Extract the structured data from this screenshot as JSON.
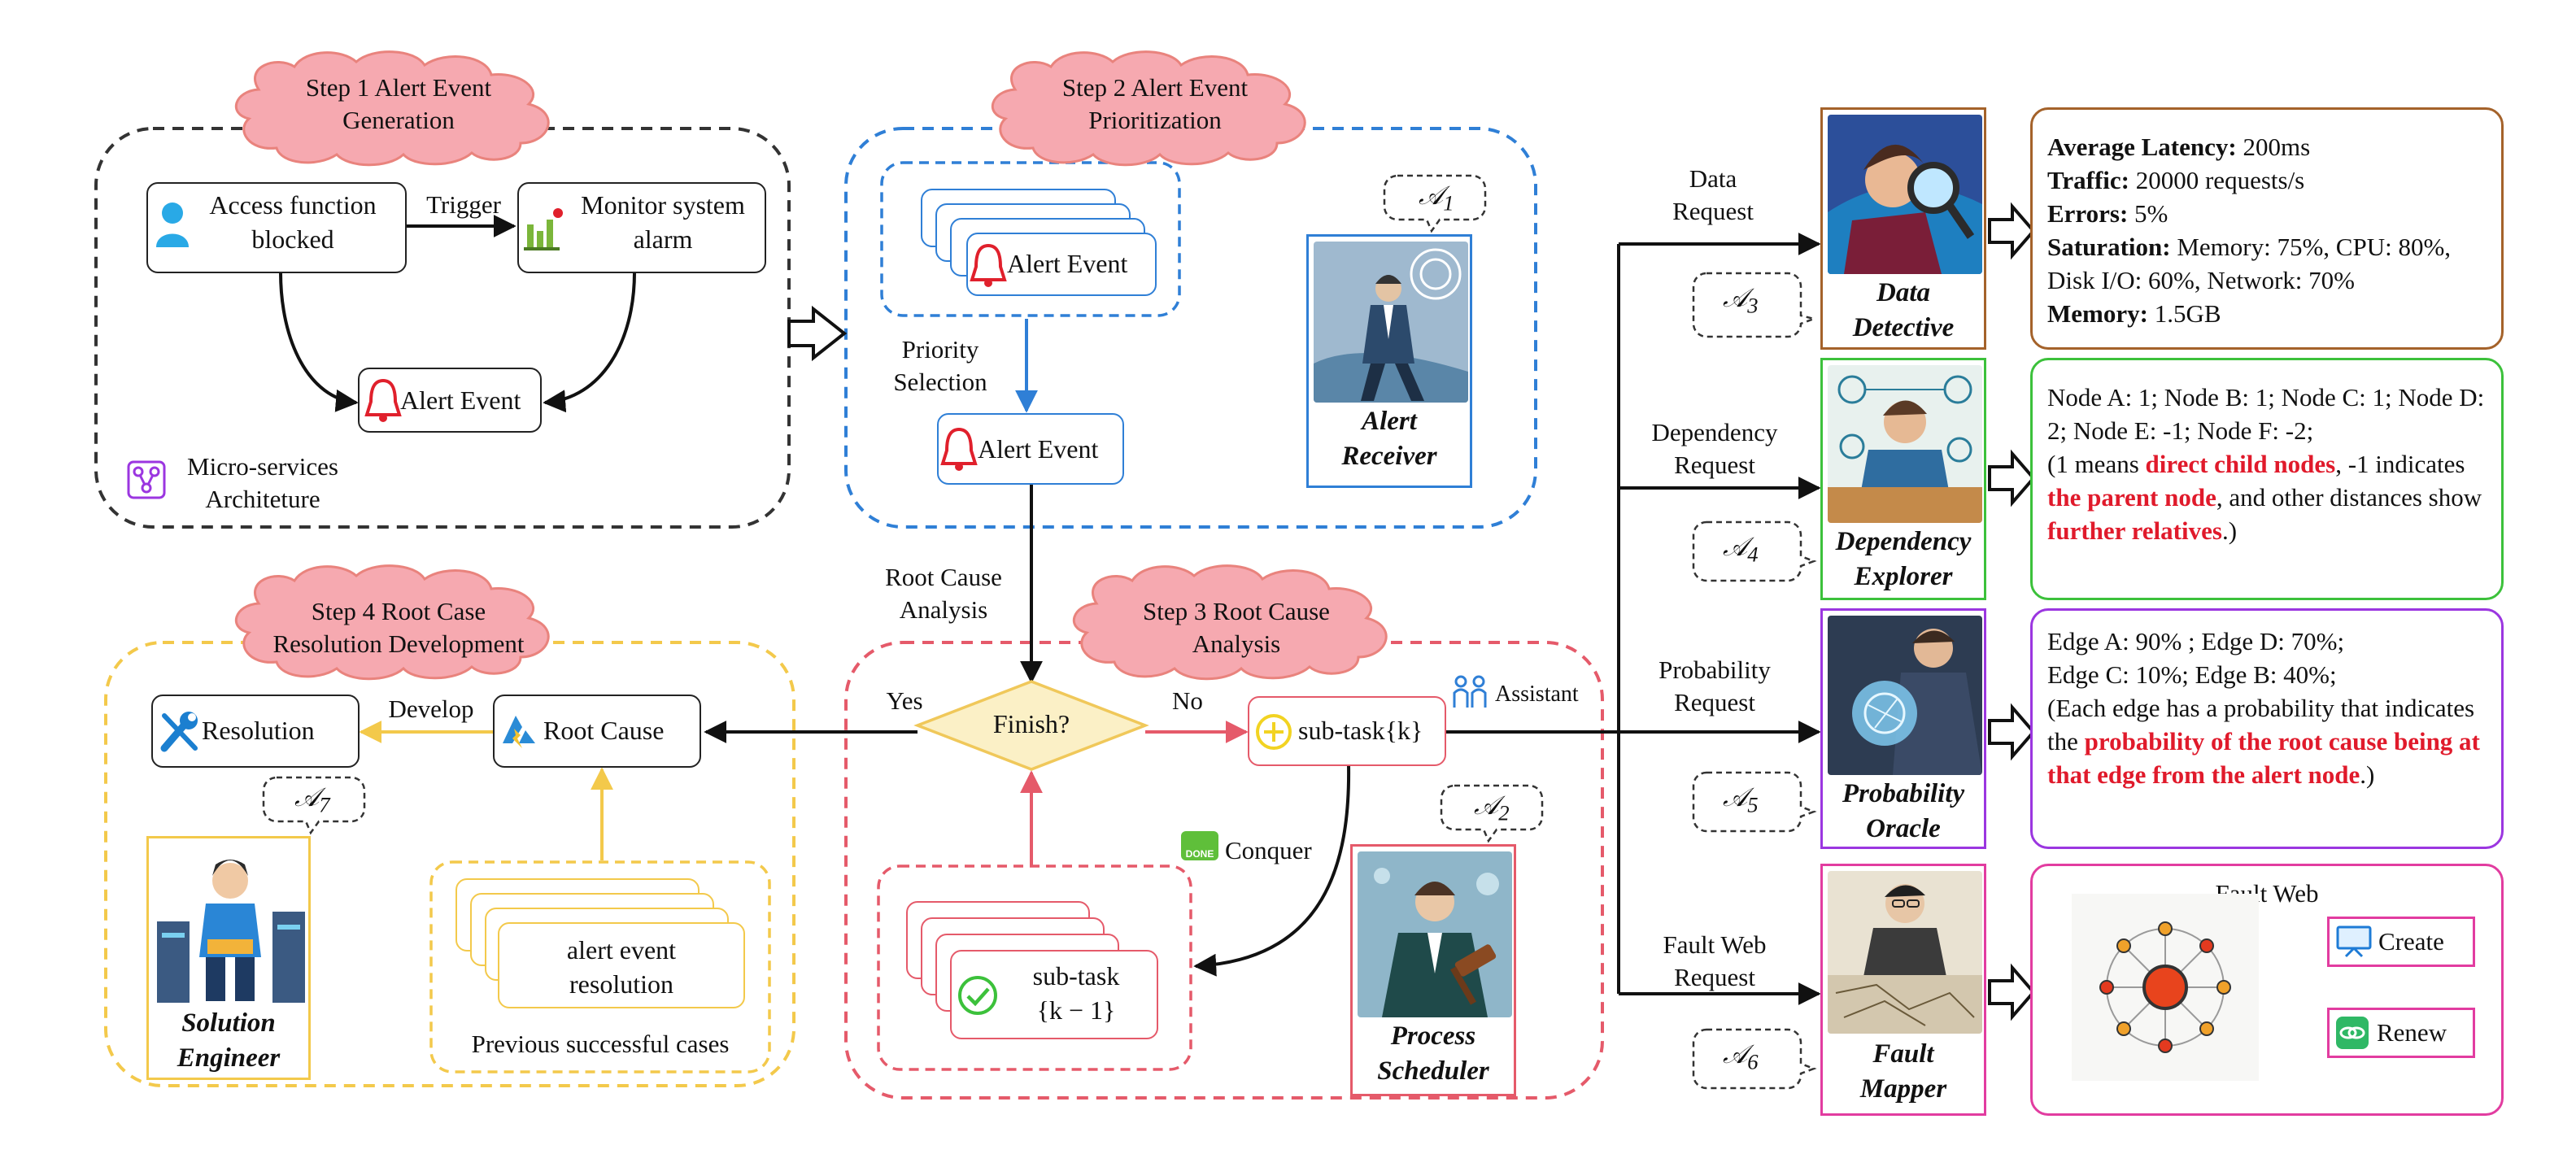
{
  "steps": {
    "step1": {
      "title_l1": "Step 1 Alert Event",
      "title_l2": "Generation"
    },
    "step2": {
      "title_l1": "Step 2 Alert Event",
      "title_l2": "Prioritization"
    },
    "step3": {
      "title_l1": "Step 3 Root Cause",
      "title_l2": "Analysis"
    },
    "step4": {
      "title_l1": "Step 4 Root Case",
      "title_l2": "Resolution Development"
    }
  },
  "step1_nodes": {
    "access_l1": "Access function",
    "access_l2": "blocked",
    "monitor_l1": "Monitor system",
    "monitor_l2": "alarm",
    "trigger": "Trigger",
    "alert_event": "Alert Event",
    "arch_l1": "Micro-services",
    "arch_l2": "Architeture"
  },
  "step2_nodes": {
    "alert_stack": "Alert Event",
    "priority_l1": "Priority",
    "priority_l2": "Selection",
    "alert_selected": "Alert Event",
    "agent_tag": "𝒜",
    "agent_sub": "1",
    "receiver_l1": "Alert",
    "receiver_l2": "Receiver"
  },
  "step3_nodes": {
    "rca_l1": "Root Cause",
    "rca_l2": "Analysis",
    "finish": "Finish?",
    "yes": "Yes",
    "no": "No",
    "subtask": "sub-task{k}",
    "assistant": "Assistant",
    "conquer": "Conquer",
    "done_badge": "DONE",
    "subtask_prev_l1": "sub-task",
    "subtask_prev_l2": "{k − 1}",
    "agent_sub": "2",
    "scheduler_l1": "Process",
    "scheduler_l2": "Scheduler"
  },
  "step4_nodes": {
    "resolution": "Resolution",
    "develop": "Develop",
    "root_cause": "Root Cause",
    "agent_sub": "7",
    "engineer_l1": "Solution",
    "engineer_l2": "Engineer",
    "cases_l1": "alert event",
    "cases_l2": "resolution",
    "previous": "Previous successful cases"
  },
  "requests": {
    "data_l1": "Data",
    "data_l2": "Request",
    "dep_l1": "Dependency",
    "dep_l2": "Request",
    "prob_l1": "Probability",
    "prob_l2": "Request",
    "fault_l1": "Fault Web",
    "fault_l2": "Request"
  },
  "agents": {
    "a3": "3",
    "a4": "4",
    "a5": "5",
    "a6": "6",
    "detective_l1": "Data",
    "detective_l2": "Detective",
    "explorer_l1": "Dependency",
    "explorer_l2": "Explorer",
    "oracle_l1": "Probability",
    "oracle_l2": "Oracle",
    "mapper_l1": "Fault",
    "mapper_l2": "Mapper"
  },
  "panels": {
    "data": {
      "latency_k": "Average Latency:",
      "latency_v": " 200ms",
      "traffic_k": "Traffic:",
      "traffic_v": " 20000 requests/s",
      "errors_k": "Errors:",
      "errors_v": " 5%",
      "sat_k": "Saturation:",
      "sat_v": " Memory: 75%, CPU: 80%, Disk I/O: 60%, Network: 70%",
      "mem_k": "Memory:",
      "mem_v": " 1.5GB"
    },
    "dependency": {
      "t1": "Node A: 1; Node B: 1; Node C: 1; Node D: 2; Node E: -1; Node F: -2;",
      "t2": "(1 means ",
      "r1": "direct child nodes",
      "t3": ", -1 indicates ",
      "r2": "the parent node",
      "t4": ", and other distances show ",
      "r3": "further relatives",
      "t5": ".)"
    },
    "probability": {
      "t1": "Edge A: 90% ; Edge D: 70%;",
      "t2": "Edge C: 10%; Edge B: 40%;",
      "t3": "(Each edge has a probability that indicates the ",
      "r1": "probability of the root cause being at that edge from the alert node",
      "t4": ".)"
    },
    "fault": {
      "title": "Fault Web",
      "create": "Create",
      "renew": "Renew"
    }
  },
  "colors": {
    "black_dash": "#333333",
    "blue": "#2f7fd6",
    "red": "#e55a6a",
    "yellow": "#f3c94b",
    "cloud": "#f6a9b0",
    "brown": "#a4622a",
    "green": "#3cc13b",
    "purple": "#9b36e0",
    "magenta": "#e23ca0",
    "diamond": "#fbf0c6",
    "diamond_border": "#f0c85a"
  },
  "icons": [
    "user-icon",
    "bar-chart-icon",
    "bell-icon",
    "network-icon",
    "wrench-icon",
    "azure-icon",
    "check-icon",
    "plus-icon",
    "people-icon",
    "done-icon",
    "monitor-icon",
    "link-icon"
  ]
}
